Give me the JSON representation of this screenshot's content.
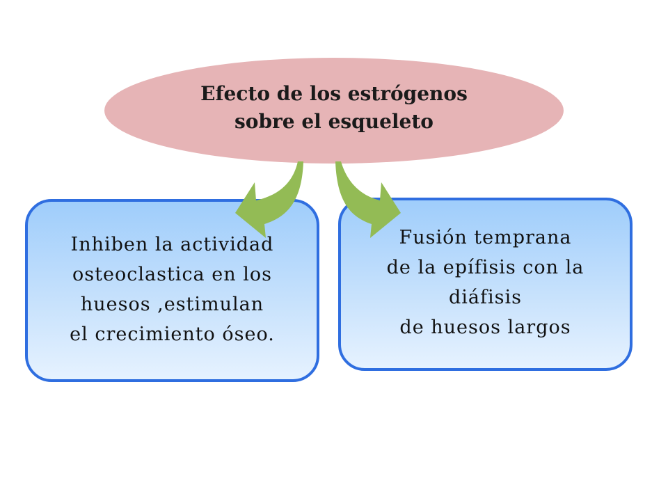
{
  "title": {
    "lines": [
      "Efecto de los estrógenos",
      "sobre el esqueleto"
    ]
  },
  "left_box": {
    "lines": [
      "Inhiben la actividad",
      "osteoclastica en los",
      "huesos ,estimulan",
      "el crecimiento óseo."
    ]
  },
  "right_box": {
    "lines": [
      "Fusión temprana",
      "de la epífisis con la",
      "diáfisis",
      "de huesos largos"
    ]
  },
  "colors": {
    "ellipse_fill": "#e6b4b6",
    "box_border": "#2f6ee0",
    "box_fill_top": "#9fcdfb",
    "box_fill_bottom": "#e6f2ff",
    "arrow": "#93bb55"
  }
}
